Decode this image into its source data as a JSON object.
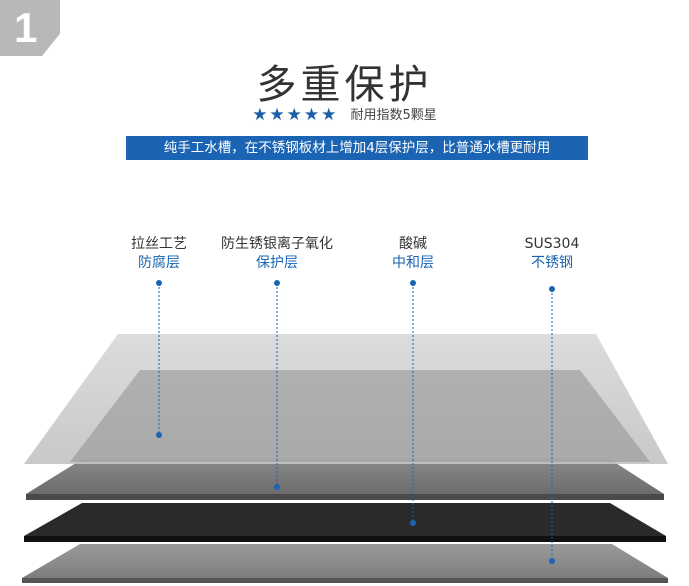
{
  "badge": {
    "number": "1"
  },
  "title": "多重保护",
  "rating": {
    "stars": "★★★★★",
    "text": "耐用指数5颗星"
  },
  "banner": "纯手工水槽，在不锈钢板材上增加4层保护层，比普通水槽更耐用",
  "layers": [
    {
      "line1": "拉丝工艺",
      "line2": "防腐层"
    },
    {
      "line1": "防生锈银离子氧化",
      "line2": "保护层"
    },
    {
      "line1": "酸碱",
      "line2": "中和层"
    },
    {
      "line1": "SUS304",
      "line2": "不锈钢"
    }
  ],
  "colors": {
    "accent": "#1b64b3",
    "badge": "#b8b8b8"
  }
}
